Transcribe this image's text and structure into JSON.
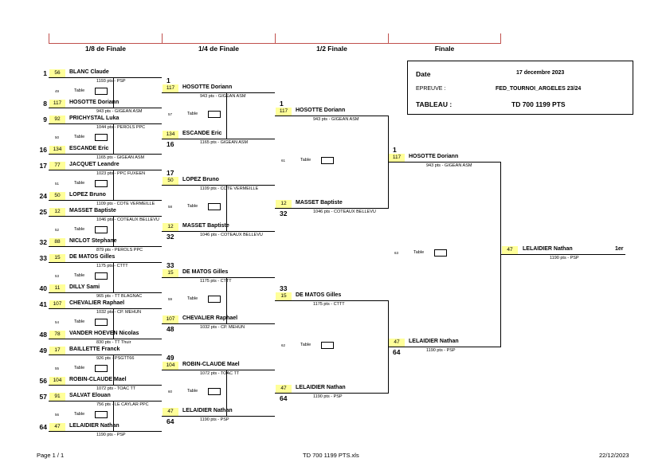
{
  "header": {
    "rounds": [
      "1/8 de Finale",
      "1/4 de Finale",
      "1/2 Finale",
      "Finale"
    ]
  },
  "info": {
    "date_label": "Date",
    "date_value": "17 decembre 2023",
    "epreuve_label": "EPREUVE :",
    "epreuve_value": "FED_TOURNOI_ARGELES 23/24",
    "tableau_label": "TABLEAU :",
    "tableau_value": "TD 700  1199 PTS"
  },
  "table_label": "Table",
  "r16": [
    {
      "seed": "1",
      "pts": "56",
      "name": "BLANC  Claude",
      "info": "1193 pts - PSP"
    },
    {
      "seed": "8",
      "pts": "117",
      "name": "HOSOTTE  Doriann",
      "info": "943 pts - GIGEAN ASM"
    },
    {
      "seed": "9",
      "pts": "92",
      "name": "PRICHYSTAL  Luka",
      "info": "1044 pts - PEROLS PPC"
    },
    {
      "seed": "16",
      "pts": "134",
      "name": "ESCANDE  Eric",
      "info": "1165 pts - GIGEAN ASM"
    },
    {
      "seed": "17",
      "pts": "77",
      "name": "JACQUET  Leandre",
      "info": "1023 pts - PPC FUXEEN"
    },
    {
      "seed": "24",
      "pts": "50",
      "name": "LOPEZ  Bruno",
      "info": "1109 pts - COTE VERMEILLE"
    },
    {
      "seed": "25",
      "pts": "12",
      "name": "MASSET  Baptiste",
      "info": "1046 pts - COTEAUX BELLEVU"
    },
    {
      "seed": "32",
      "pts": "88",
      "name": "NICLOT  Stephane",
      "info": "879 pts - PEROLS PPC"
    },
    {
      "seed": "33",
      "pts": "15",
      "name": "DE MATOS  Gilles",
      "info": "1175 pts - CTTT"
    },
    {
      "seed": "40",
      "pts": "11",
      "name": "DILLY  Sami",
      "info": "965 pts - TT BLAGNAC"
    },
    {
      "seed": "41",
      "pts": "107",
      "name": "CHEVALIER  Raphael",
      "info": "1032 pts - CP. MEHUN"
    },
    {
      "seed": "48",
      "pts": "78",
      "name": "VANDER HOEVEN  Nicolas",
      "info": "830 pts - TT Thuir"
    },
    {
      "seed": "49",
      "pts": "17",
      "name": "BAILLETTE  Franck",
      "info": "926 pts - PSGTT66"
    },
    {
      "seed": "56",
      "pts": "104",
      "name": "ROBIN-CLAUDE  Mael",
      "info": "1072 pts - TOAC TT"
    },
    {
      "seed": "57",
      "pts": "91",
      "name": "SALVAT  Elouan",
      "info": "756 pts - LE CAYLAR PPC"
    },
    {
      "seed": "64",
      "pts": "47",
      "name": "LELAIDIER  Nathan",
      "info": "1190 pts - PSP"
    }
  ],
  "r16_matches": [
    "49",
    "50",
    "51",
    "52",
    "53",
    "54",
    "55",
    "56"
  ],
  "qf": [
    {
      "seed": "1",
      "pts": "117",
      "name": "HOSOTTE  Doriann",
      "info": "943 pts - GIGEAN ASM"
    },
    {
      "seed": "16",
      "pts": "134",
      "name": "ESCANDE  Eric",
      "info": "1165 pts - GIGEAN ASM"
    },
    {
      "seed": "17",
      "pts": "50",
      "name": "LOPEZ  Bruno",
      "info": "1109 pts - COTE VERMEILLE"
    },
    {
      "seed": "32",
      "pts": "12",
      "name": "MASSET  Baptiste",
      "info": "1046 pts - COTEAUX BELLEVU"
    },
    {
      "seed": "33",
      "pts": "15",
      "name": "DE MATOS  Gilles",
      "info": "1175 pts - CTTT"
    },
    {
      "seed": "48",
      "pts": "107",
      "name": "CHEVALIER  Raphael",
      "info": "1032 pts - CP. MEHUN"
    },
    {
      "seed": "49",
      "pts": "104",
      "name": "ROBIN-CLAUDE  Mael",
      "info": "1072 pts - TOAC TT"
    },
    {
      "seed": "64",
      "pts": "47",
      "name": "LELAIDIER  Nathan",
      "info": "1190 pts - PSP"
    }
  ],
  "qf_matches": [
    "57",
    "58",
    "59",
    "60"
  ],
  "sf": [
    {
      "seed": "1",
      "pts": "117",
      "name": "HOSOTTE  Doriann",
      "info": "943 pts - GIGEAN ASM"
    },
    {
      "seed": "32",
      "pts": "12",
      "name": "MASSET  Baptiste",
      "info": "1046 pts - COTEAUX BELLEVU"
    },
    {
      "seed": "33",
      "pts": "15",
      "name": "DE MATOS  Gilles",
      "info": "1175 pts - CTTT"
    },
    {
      "seed": "64",
      "pts": "47",
      "name": "LELAIDIER  Nathan",
      "info": "1190 pts - PSP"
    }
  ],
  "sf_matches": [
    "61",
    "62"
  ],
  "final": [
    {
      "seed": "1",
      "pts": "117",
      "name": "HOSOTTE  Doriann",
      "info": "943 pts - GIGEAN ASM"
    },
    {
      "seed": "64",
      "pts": "47",
      "name": "LELAIDIER  Nathan",
      "info": "1190 pts - PSP"
    }
  ],
  "final_match": "63",
  "winner": {
    "pts": "47",
    "name": "LELAIDIER  Nathan",
    "info": "1190 pts - PSP",
    "rank": "1er"
  },
  "footer": {
    "page": "Page 1 / 1",
    "file": "TD 700  1199 PTS.xls",
    "date": "22/12/2023"
  }
}
